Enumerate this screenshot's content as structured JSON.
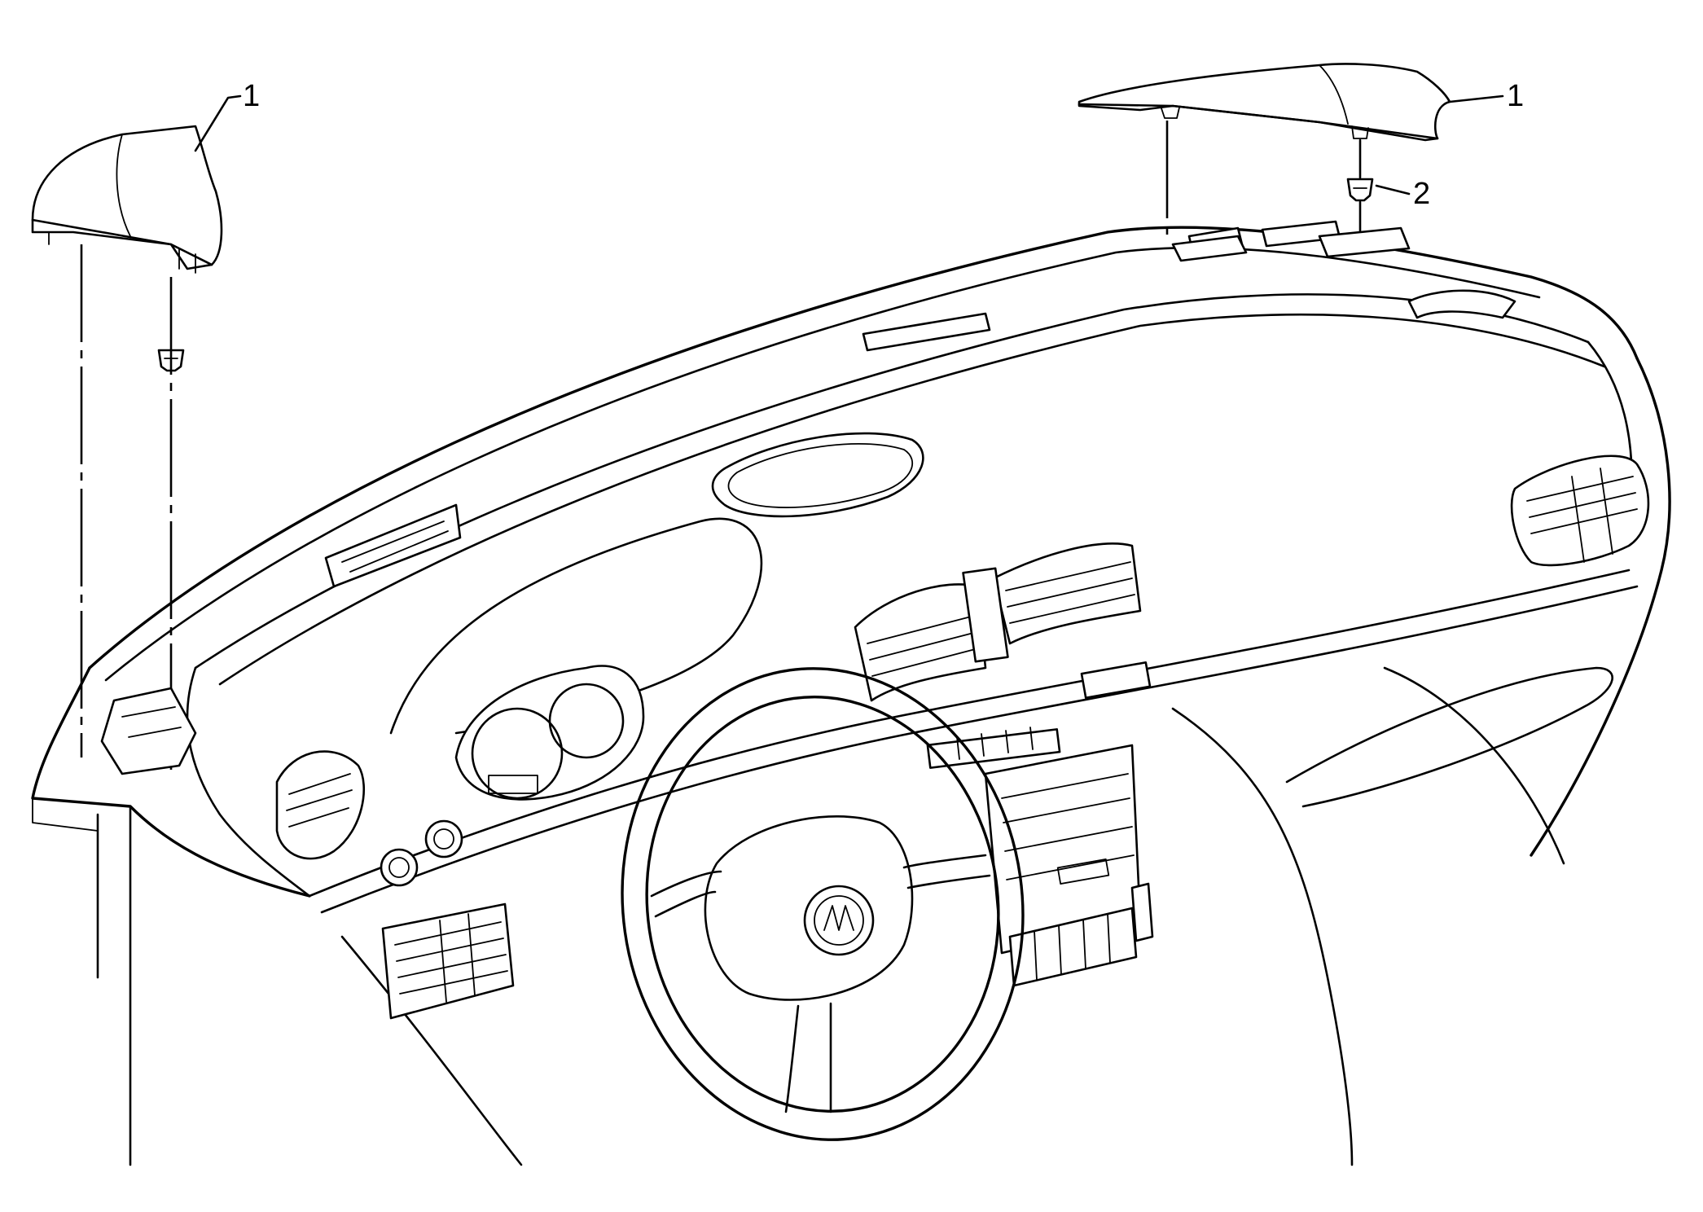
{
  "callouts": [
    {
      "id": "left-cover",
      "label": "1"
    },
    {
      "id": "right-cover",
      "label": "1"
    },
    {
      "id": "right-clip",
      "label": "2"
    }
  ]
}
